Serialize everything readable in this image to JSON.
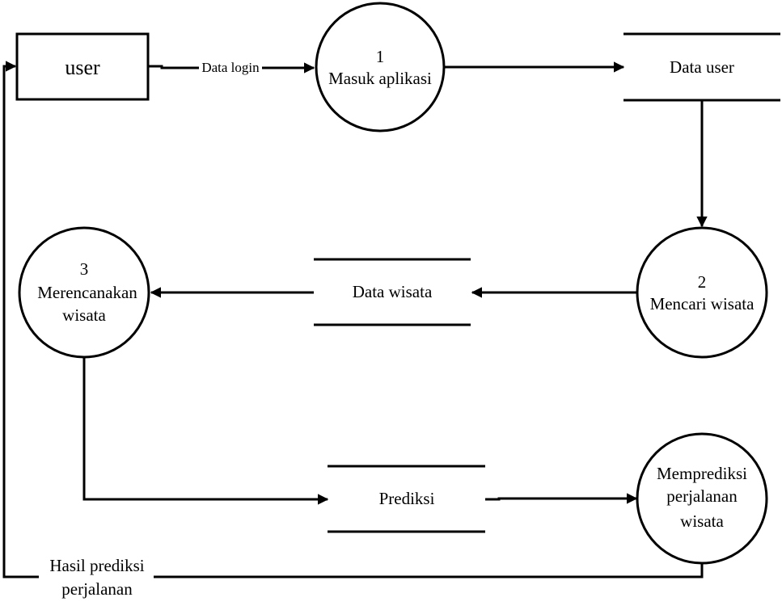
{
  "entities": {
    "user": {
      "label": "user"
    }
  },
  "processes": {
    "p1": {
      "number": "1",
      "name": "Masuk aplikasi"
    },
    "p2": {
      "number": "2",
      "name": "Mencari wisata"
    },
    "p3": {
      "number": "3",
      "name_line1": "Merencanakan",
      "name_line2": "wisata"
    },
    "p4": {
      "name_line1": "Memprediksi",
      "name_line2": "perjalanan",
      "name_line3": "wisata"
    }
  },
  "stores": {
    "data_user": {
      "label": "Data user"
    },
    "data_wisata": {
      "label": "Data wisata"
    },
    "prediksi": {
      "label": "Prediksi"
    }
  },
  "flows": {
    "data_login": {
      "label": "Data login"
    },
    "hasil": {
      "line1": "Hasil prediksi",
      "line2": "perjalanan"
    }
  }
}
